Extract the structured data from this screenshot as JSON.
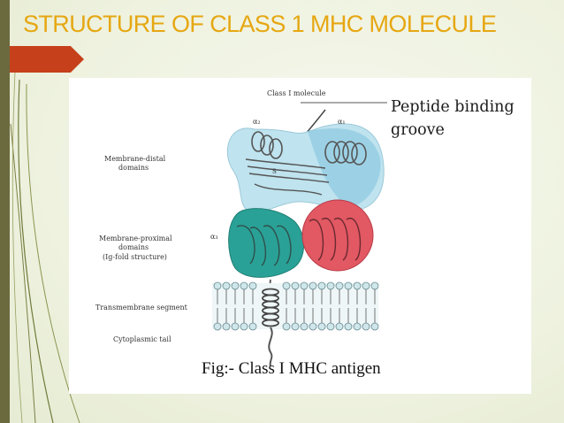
{
  "slide": {
    "title": "STRUCTURE OF CLASS 1 MHC MOLECULE",
    "colors": {
      "title": "#e6a712",
      "arrow_tab": "#c6401b",
      "left_bar": "#6b6a3f"
    }
  },
  "figure": {
    "top_label": "Class I molecule",
    "alpha2": "α₂",
    "alpha1": "α₁",
    "alpha3": "α₃",
    "s_label": "S",
    "peptide_line1": "Peptide binding",
    "peptide_line2": "groove",
    "distal_line1": "Membrane-distal",
    "distal_line2": "domains",
    "proximal_line1": "Membrane-proximal",
    "proximal_line2": "domains",
    "proximal_line3": "(Ig-fold structure)",
    "transmembrane": "Transmembrane segment",
    "cytoplasmic": "Cytoplasmic tail",
    "caption": "Fig:- Class I MHC antigen",
    "colors": {
      "distal_domain": "#bfe3ef",
      "alpha3_domain": "#2aa196",
      "beta2m_domain": "#e25863",
      "membrane_heads": "#cfe6ea"
    }
  }
}
